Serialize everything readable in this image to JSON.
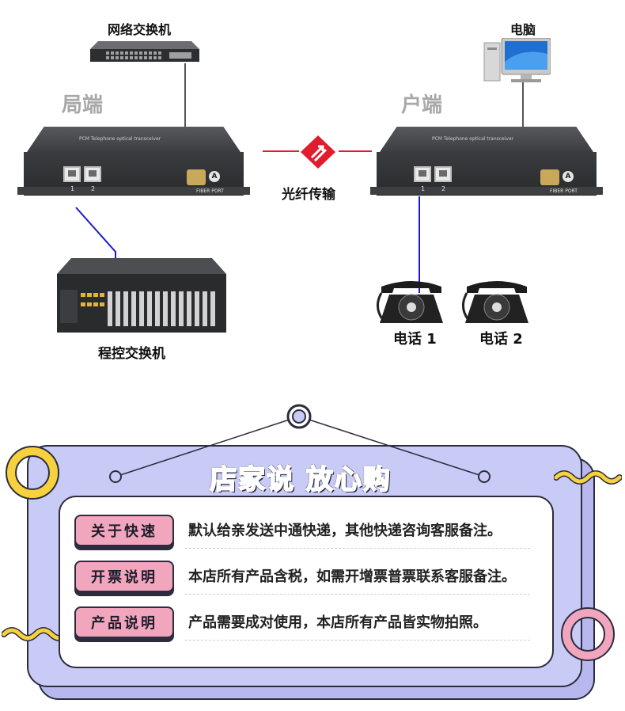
{
  "diagram": {
    "labels": {
      "network_switch": "网络交换机",
      "computer": "电脑",
      "office_side": "局端",
      "user_side": "户端",
      "fiber_transmission": "光纤传输",
      "pbx": "程控交换机",
      "phone_1": "电话 1",
      "phone_2": "电话 2"
    },
    "device": {
      "panel_text": "PCM Telephone optical transceiver",
      "port_1": "1",
      "port_2": "2",
      "fiber_port": "FIBER PORT",
      "fiber_badge": "A"
    },
    "colors": {
      "link_blue": "#1a1acc",
      "link_red": "#e01d2e",
      "link_grey": "#555555"
    }
  },
  "notice": {
    "title": "店家说 放心购",
    "rows": [
      {
        "tag": "关于快速",
        "text": "默认给亲发送中通快递，其他快递咨询客服备注。"
      },
      {
        "tag": "开票说明",
        "text": "本店所有产品含税，如需开增票普票联系客服备注。"
      },
      {
        "tag": "产品说明",
        "text": "产品需要成对使用，本店所有产品皆实物拍照。"
      }
    ],
    "colors": {
      "panel": "#c9cbf7",
      "tag": "#f2a6be",
      "ring_yellow": "#f7d23e",
      "ring_pink": "#f2a6be",
      "outline": "#2c2c3e"
    }
  }
}
